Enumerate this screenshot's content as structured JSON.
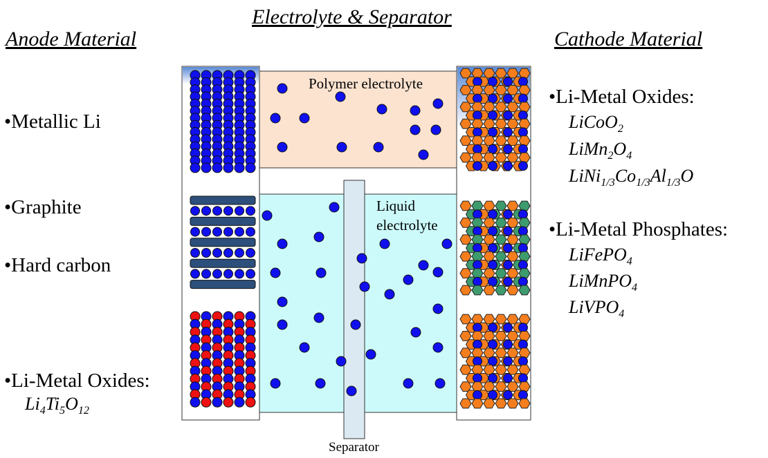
{
  "headings": {
    "center": "Electrolyte & Separator",
    "anode": "Anode Material",
    "cathode": "Cathode Material"
  },
  "anode_list": [
    {
      "bullet": "•",
      "label": "Metallic Li"
    },
    {
      "bullet": "•",
      "label": "Graphite"
    },
    {
      "bullet": "•",
      "label": "Hard carbon"
    },
    {
      "bullet": "•",
      "label": "Li-Metal Oxides:",
      "formula": "Li4Ti5O12"
    }
  ],
  "cathode_groups": [
    {
      "bullet": "•",
      "label": "Li-Metal Oxides:",
      "formulas": [
        "LiCoO2",
        "LiMn2O4",
        "LiNi1/3Co1/3Al1/3O"
      ]
    },
    {
      "bullet": "•",
      "label": "Li-Metal Phosphates:",
      "formulas": [
        "LiFePO4",
        "LiMnPO4",
        "LiVPO4"
      ]
    }
  ],
  "electrolytes": {
    "polymer": "Polymer electrolyte",
    "liquid_line1": "Liquid",
    "liquid_line2": "electrolyte"
  },
  "separator": "Separator",
  "colors": {
    "li_ion": "#1010ee",
    "anode_red": "#ee1111",
    "polymer_fill": "#fbe3d0",
    "liquid_fill": "#ccfafa",
    "separator_fill": "#dbeaf2",
    "graphite_layer": "#2c4f7c",
    "hex_orange": "#f47e1e",
    "hex_green": "#3d9b6e",
    "gradient_top": "#5b8ad6"
  }
}
